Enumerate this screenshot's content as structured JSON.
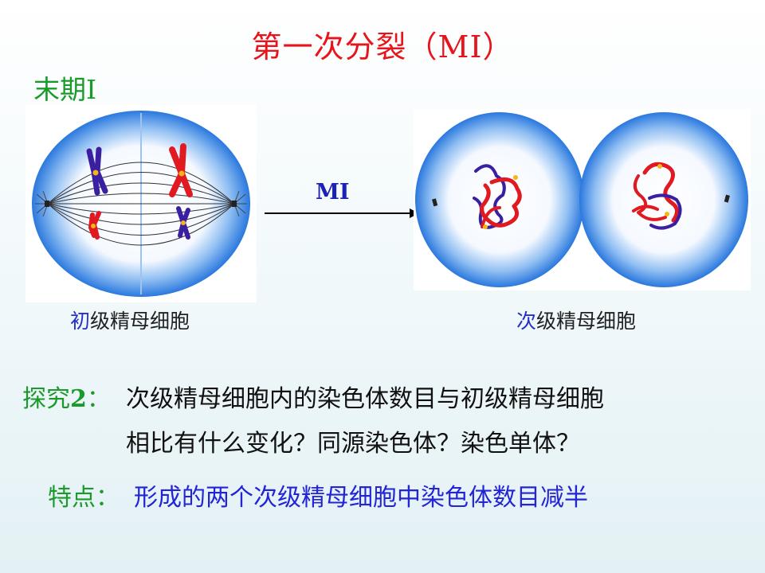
{
  "title": "第一次分裂（MⅠ）",
  "stage_label": "末期Ⅰ",
  "arrow_label": "MⅠ",
  "caption_left": {
    "highlight": "初",
    "rest": "级精母细胞"
  },
  "caption_right": {
    "highlight": "次",
    "rest": "级精母细胞"
  },
  "question": {
    "label": "探究",
    "number": "2",
    "colon": "：",
    "line1": "次级精母细胞内的染色体数目与初级精母细胞",
    "line2": "相比有什么变化？同源染色体？染色单体？"
  },
  "feature": {
    "label": "特点：",
    "text": "形成的两个次级精母细胞中染色体数目减半"
  },
  "colors": {
    "title": "#e8141c",
    "green": "#1a9a2a",
    "blue_text": "#2224d6",
    "cell_blue": "#2a78de",
    "chromosome_red": "#e01a20",
    "chromosome_purple": "#3a1fa0",
    "centromere": "#f2b61a"
  }
}
